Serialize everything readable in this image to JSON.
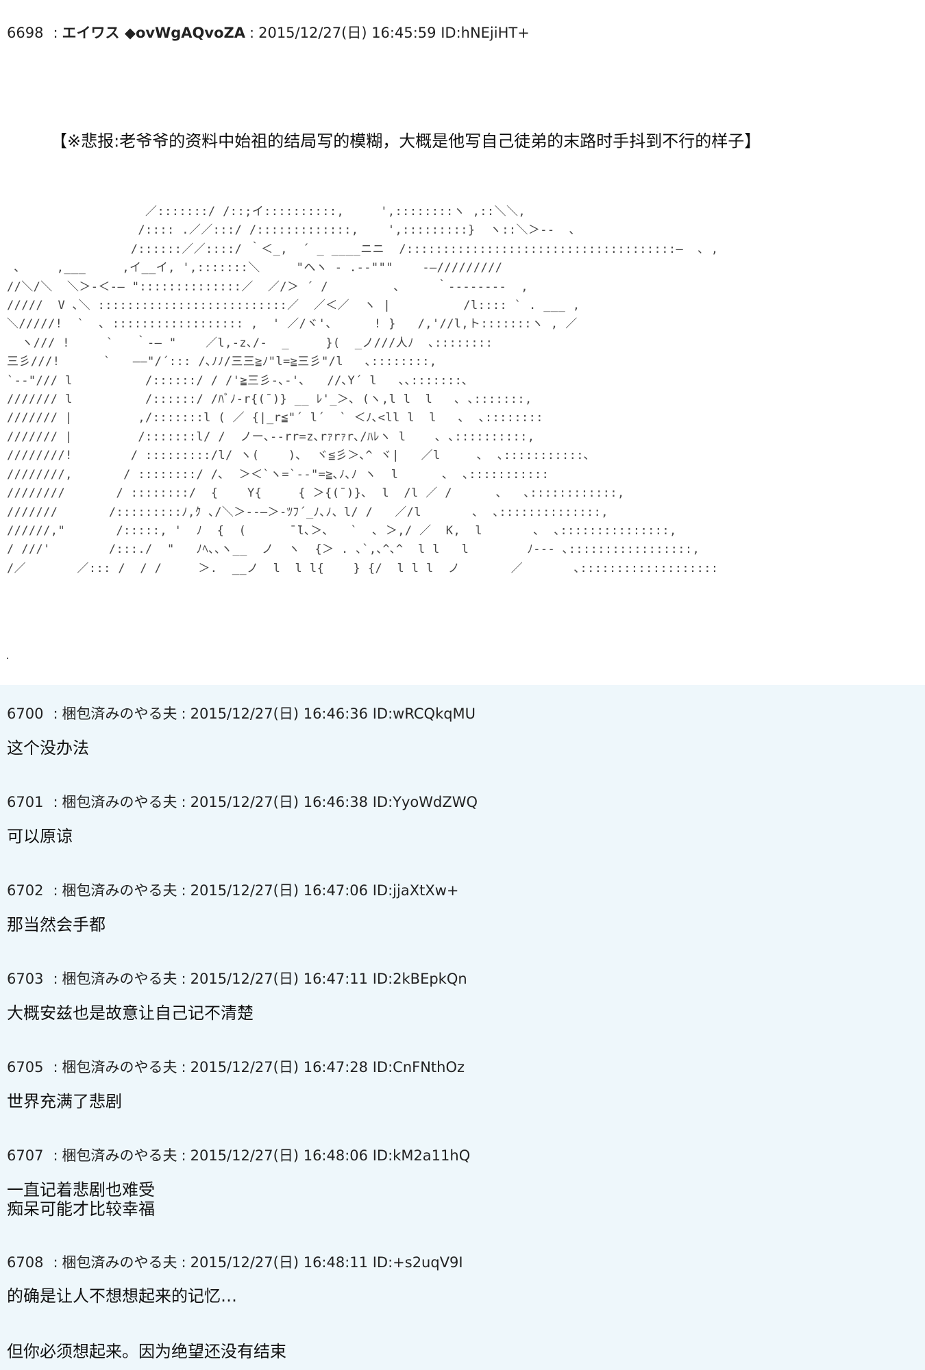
{
  "posts": [
    {
      "number": "6698",
      "name": "エイワス ◆ovWgAQvoZA",
      "date": "2015/12/27(日) 16:45:59",
      "id": "ID:hNEjiHT+",
      "notice": "【※悲报:老爷爷的资料中始祖的结局写的模糊，大概是他写自己徒弟的末路时手抖到不行的样子】",
      "art": [
        "                   ／:::::::/ /::;イ::::::::::,     ',::::::::ヽ ,::＼＼,",
        "                  /:::: .／／:::/ /:::::::::::::,    ',:::::::::}  ヽ::＼＞--  ､",
        "                 /::::::／／::::/ ｀＜_,  ´ _ ____ニニ  /:::::::::::::::::::::::::::::::::::::―  ､ ,",
        " ､     ,___     ,イ__イ, ',:::::::＼     \"ヘヽ - .--\"\"\"    -―/////////",
        "//＼/＼  ＼＞-＜-― \"::::::::::::::／  ／/＞ ´ /         ､     ｀--------  ,",
        "/////  V ､＼ ::::::::::::::::::::::::::／  ／＜／  ヽ |          /l:::: ` . ___ ,",
        "＼/////!  `  ､ :::::::::::::::::: ,  ' ／/ヾ'、     ! }   /,'//l,ト:::::::ヽ , ／",
        "  ヽ/// !     `   ｀-― \"    ／l,-z､/-  _     }(  _ノ///人ﾉ  ､::::::::",
        "三彡///!      `   ――\"/´::: /､ﾉﾉ/三三≧ﾉ\"l=≧三彡\"/l   ､::::::::,",
        "`--\"/// l          /::::::/ / /'≧三彡-､-'､   //､Y´ l   ､､:::::::､",
        "/////// l          /::::::/ /ﾊﾞﾉ-r{(¯)} __ ﾚ'_＞､ (ヽ,l l  l   ､ ､:::::::,",
        "/////// |         ,/:::::::l ( ／ {|_r≦\"´ l´  ` ＜ﾉ､<ll l  l   ､  ､::::::::",
        "/////// |         /:::::::l/ /  ノー､--rr=z､rｧrｧr､/ﾊﾚヽ l    ､ ､::::::::::,",
        "////////!        / :::::::::/l/ ヽ(    )､  ヾ≦彡＞､^ ヾ|   ／l     ､  ､:::::::::::､",
        "////////,       / ::::::::/ /､  ＞＜`ヽ=`--\"=≧､ﾉ､ﾉ ヽ  l      ､  ､:::::::::::",
        "////////       / ::::::::/  {    Y{     { ＞{(¯)}､  l  /l ／ /      ､   ､::::::::::::,",
        "///////       /:::::::::ﾉ,ｸ ､/＼＞--―＞-ﾂﾌ´_ﾉ､ﾉ、l/ /   ／/l       ､  ､::::::::::::::,",
        "//////,\"       /:::::, '  ﾉ  {  (      ̄ ̄l､＞､   `  ､ ＞,/ ／  K,  l       ､  ､:::::::::::::::,",
        "/ ///'        /:::./  \"   ﾉﾍ､､ヽ__  ノ  ヽ  {＞ . ､`,､^､^  l l   l        ﾉ--- ､:::::::::::::::::,",
        "/／       ／::: /  / /     ＞.  __ノ  l  l l{    } {/  l l l  ノ       ／       ､:::::::::::::::::::"
      ]
    },
    {
      "number": "6700",
      "name": "梱包済みのやる夫",
      "date": "2015/12/27(日) 16:46:36",
      "id": "ID:wRCQkqMU",
      "body": "这个没办法"
    },
    {
      "number": "6701",
      "name": "梱包済みのやる夫",
      "date": "2015/12/27(日) 16:46:38",
      "id": "ID:YyoWdZWQ",
      "body": "可以原谅"
    },
    {
      "number": "6702",
      "name": "梱包済みのやる夫",
      "date": "2015/12/27(日) 16:47:06",
      "id": "ID:jjaXtXw+",
      "body": "那当然会手都"
    },
    {
      "number": "6703",
      "name": "梱包済みのやる夫",
      "date": "2015/12/27(日) 16:47:11",
      "id": "ID:2kBEpkQn",
      "body": "大概安兹也是故意让自己记不清楚"
    },
    {
      "number": "6705",
      "name": "梱包済みのやる夫",
      "date": "2015/12/27(日) 16:47:28",
      "id": "ID:CnFNthOz",
      "body": "世界充满了悲剧"
    },
    {
      "number": "6707",
      "name": "梱包済みのやる夫",
      "date": "2015/12/27(日) 16:48:06",
      "id": "ID:kM2a11hQ",
      "body": "一直记着悲剧也难受\n痴呆可能才比较幸福"
    },
    {
      "number": "6708",
      "name": "梱包済みのやる夫",
      "date": "2015/12/27(日) 16:48:11",
      "id": "ID:+s2uqV9I",
      "body": "的确是让人不想想起来的记忆…\n\n\n但你必须想起来。因为绝望还没有结束"
    }
  ]
}
